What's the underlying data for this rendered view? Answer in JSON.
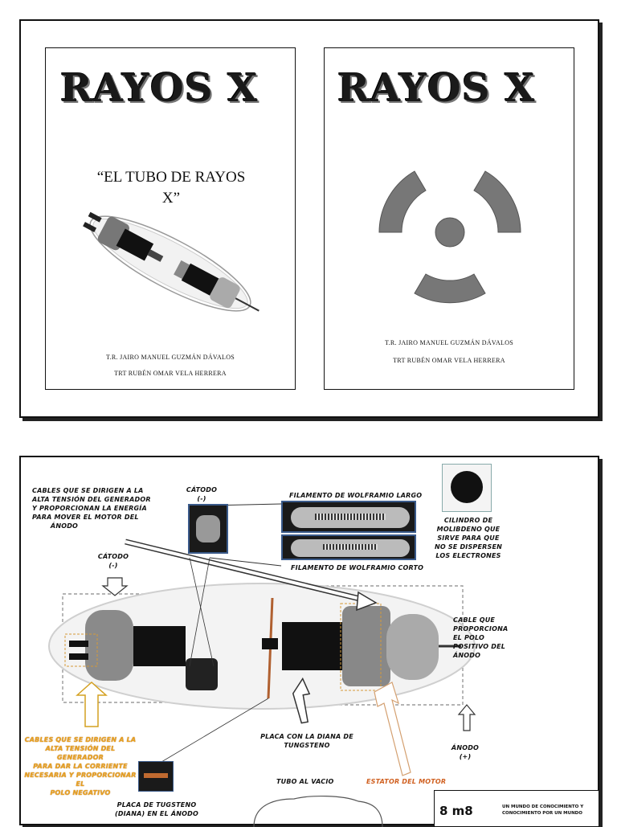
{
  "card1": {
    "logo": "RAYOS X",
    "subtitle_line1": "“EL TUBO DE RAYOS",
    "subtitle_line2": "X”",
    "author1": "T.R. JAIRO MANUEL GUZMÁN DÁVALOS",
    "author2": "TRT RUBÉN OMAR VELA HERRERA"
  },
  "card2": {
    "logo": "RAYOS X",
    "author1": "T.R. JAIRO MANUEL GUZMÁN DÁVALOS",
    "author2": "TRT RUBÉN OMAR VELA HERRERA"
  },
  "diagram": {
    "cables_top": [
      "CABLES QUE SE DIRIGEN A LA",
      "ALTA TENSIÓN DEL GENERADOR",
      "Y PROPORCIONAN LA ENERGÍA",
      "PARA MOVER EL MOTOR DEL",
      "ÁNODO"
    ],
    "catodo_top": [
      "CÁTODO",
      "(-)"
    ],
    "filamento_largo": "FILAMENTO DE WOLFRAMIO LARGO",
    "filamento_corto": "FILAMENTO DE WOLFRAMIO CORTO",
    "cilindro": [
      "CILINDRO DE",
      "MOLIBDENO QUE",
      "SIRVE PARA QUE",
      "NO SE DISPERSEN",
      "LOS ELECTRONES"
    ],
    "catodo_left": [
      "CÁTODO",
      "(-)"
    ],
    "cable_positivo": [
      "CABLE QUE",
      "PROPORCIONA",
      "EL POLO",
      "POSITIVO DEL",
      "ÁNODO"
    ],
    "cables_bottom": [
      "CABLES QUE SE DIRIGEN A LA",
      "ALTA TENSIÓN DEL GENERADOR",
      "PARA DAR LA CORRIENTE",
      "NECESARIA Y PROPORCIONAR EL",
      "POLO NEGATIVO"
    ],
    "placa_diana": [
      "PLACA CON LA DIANA DE",
      "TUNGSTENO"
    ],
    "anodo": [
      "ÁNODO",
      "(+)"
    ],
    "tubo_vacio": "TUBO AL VACIO",
    "estator": "ESTATOR DEL MOTOR",
    "placa_tugsteno": [
      "PLACA DE TUGSTENO",
      "(DIANA) EN EL ÁNODO"
    ],
    "brand_mark": "8 m8",
    "brand_text": [
      "UN MUNDO DE CONOCIMIENTO Y",
      "CONOCIMIENTO POR UN MUNDO"
    ]
  }
}
